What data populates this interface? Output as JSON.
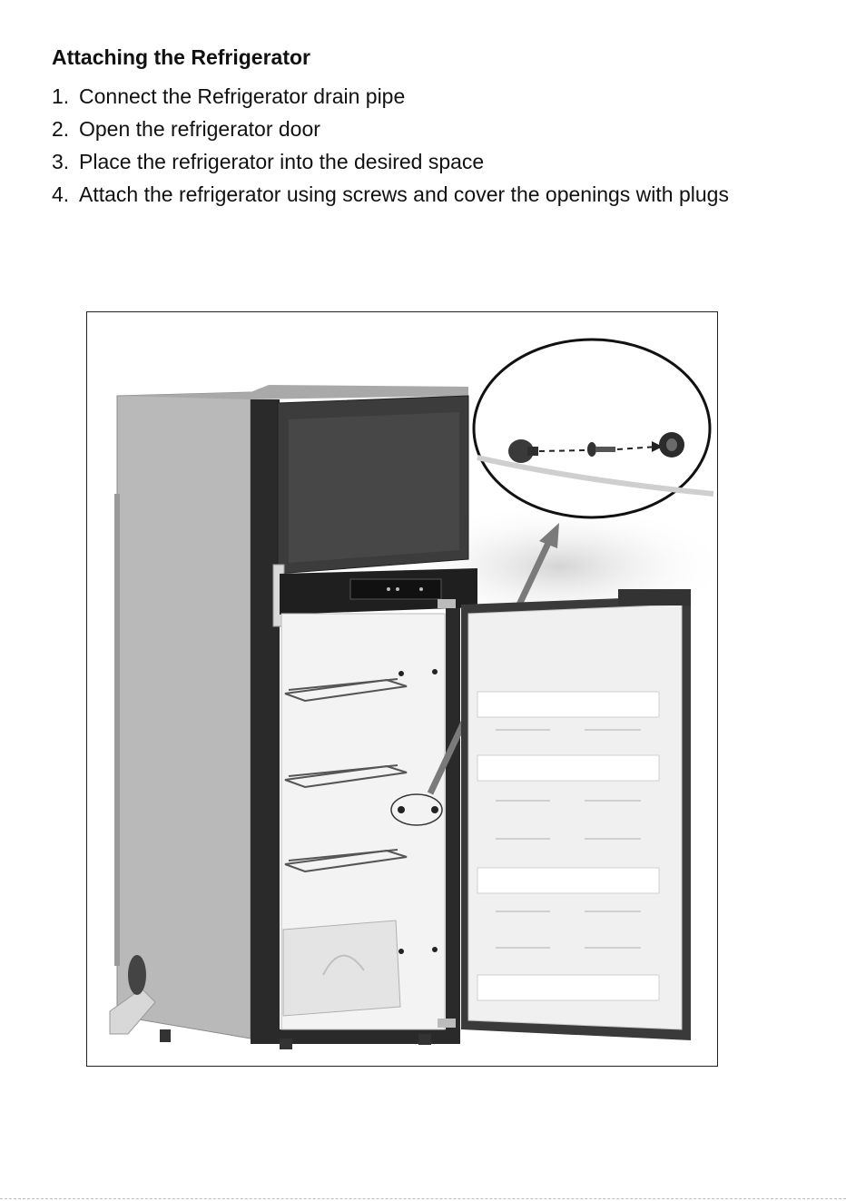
{
  "heading": "Attaching the Refrigerator",
  "steps": [
    {
      "number": "1.",
      "text": "Connect the Refrigerator drain pipe"
    },
    {
      "number": "2.",
      "text": "Open the refrigerator door"
    },
    {
      "number": "3.",
      "text": "Place the refrigerator into the desired space"
    },
    {
      "number": "4.",
      "text": "Attach the refrigerator using screws and cover the openings with plugs"
    }
  ],
  "colors": {
    "body_grey": "#b9b9b9",
    "frame_dark": "#2a2a2a",
    "door_dark": "#3c3c3c",
    "pointer_arrow": "#7a7a7a",
    "interior": "#f3f3f3"
  }
}
